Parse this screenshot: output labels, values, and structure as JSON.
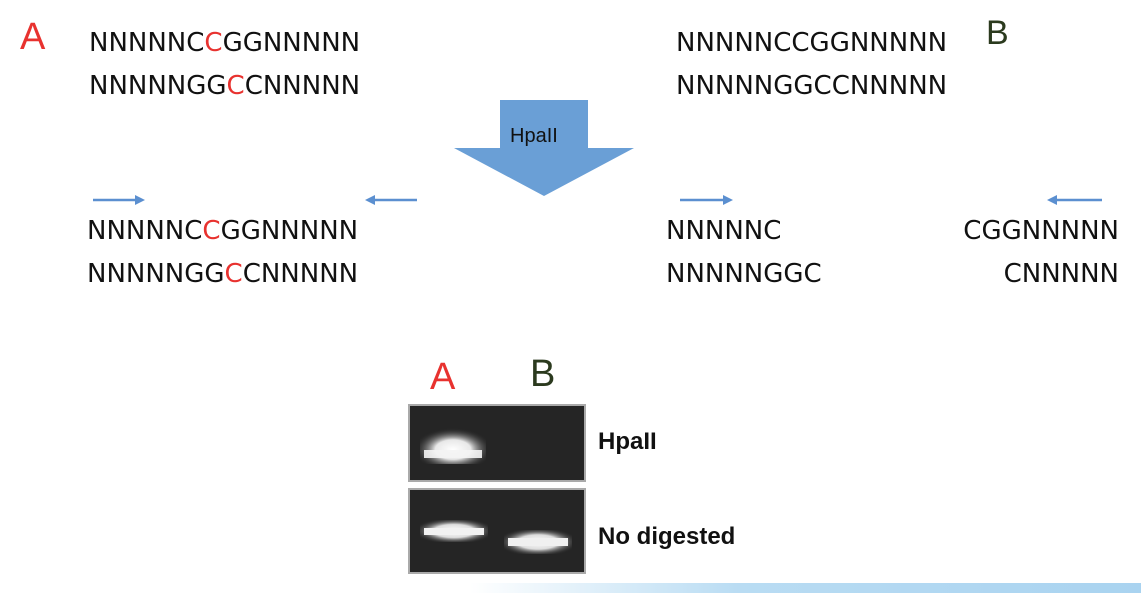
{
  "panel_labels": {
    "a": "A",
    "b": "B"
  },
  "top_a": {
    "top_pre": "NNNNNC",
    "top_mid": "C",
    "top_post": "GGNNNNN",
    "bottom_pre": "NNNNNGG",
    "bottom_mid": "C",
    "bottom_post": "CNNNNN"
  },
  "top_b": {
    "top": "NNNNNCCGGNNNNN",
    "bottom": "NNNNNGGCCNNNNN"
  },
  "enzyme": "HpaII",
  "result_a": {
    "top_pre": "NNNNNC",
    "top_mid": "C",
    "top_post": "GGNNNNN",
    "bottom_pre": "NNNNNGG",
    "bottom_mid": "C",
    "bottom_post": "CNNNNN"
  },
  "result_b_left": {
    "top": "NNNNNC",
    "bottom": "NNNNNGGC"
  },
  "result_b_right": {
    "top": "CGGNNNNN",
    "bottom": "CNNNNN"
  },
  "gel": {
    "lane_a": "A",
    "lane_b": "B",
    "row1_label": "HpaII",
    "row2_label": "No digested"
  },
  "colors": {
    "methyl_red": "#e8322f",
    "arrow_blue": "#6a9fd6",
    "primer_blue": "#5b8fd0",
    "gel_bg": "#252525"
  }
}
